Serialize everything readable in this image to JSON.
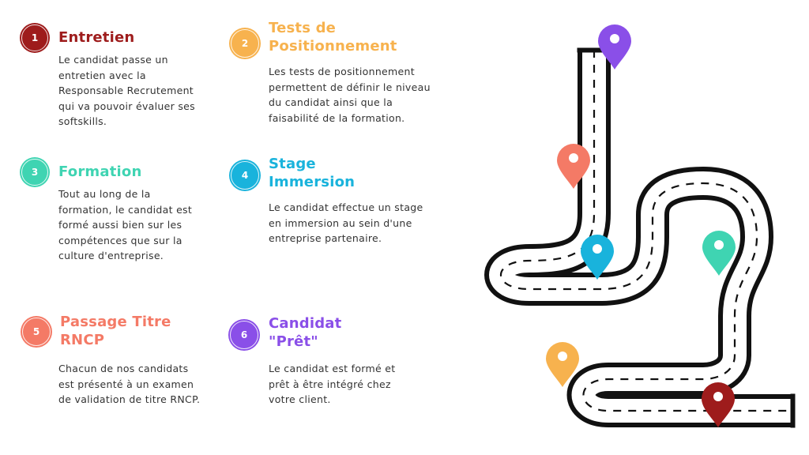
{
  "steps": [
    {
      "number": "1",
      "title": "Entretien",
      "color": "#9e1c1c",
      "description": "Le candidat passe un entretien avec la Responsable Recrutement qui va pouvoir évaluer ses softskills."
    },
    {
      "number": "2",
      "title": "Tests de Positionnement",
      "color": "#f7b24e",
      "description": "Les tests de positionnement permettent de définir le niveau du candidat ainsi que la faisabilité de la formation."
    },
    {
      "number": "3",
      "title": "Formation",
      "color": "#3fd4b2",
      "description": "Tout au long de la formation, le candidat est formé aussi bien sur les compétences que sur la culture d'entreprise."
    },
    {
      "number": "4",
      "title": "Stage Immersion",
      "color": "#19b3dc",
      "description": "Le candidat effectue un stage en immersion au sein d'une entreprise partenaire."
    },
    {
      "number": "5",
      "title": "Passage Titre RNCP",
      "color": "#f47a66",
      "description": "Chacun de nos candidats est présenté à un examen de validation de titre RNCP."
    },
    {
      "number": "6",
      "title": "Candidat \"Prêt\"",
      "color": "#8a4fe8",
      "description": "Le candidat est formé et prêt à être intégré chez votre client."
    }
  ],
  "road": {
    "pins": [
      {
        "color": "#8a4fe8",
        "icon": "map-pin-icon"
      },
      {
        "color": "#f47a66",
        "icon": "map-pin-icon"
      },
      {
        "color": "#19b3dc",
        "icon": "map-pin-icon"
      },
      {
        "color": "#3fd4b2",
        "icon": "map-pin-icon"
      },
      {
        "color": "#f7b24e",
        "icon": "map-pin-icon"
      },
      {
        "color": "#9e1c1c",
        "icon": "map-pin-icon"
      }
    ]
  }
}
